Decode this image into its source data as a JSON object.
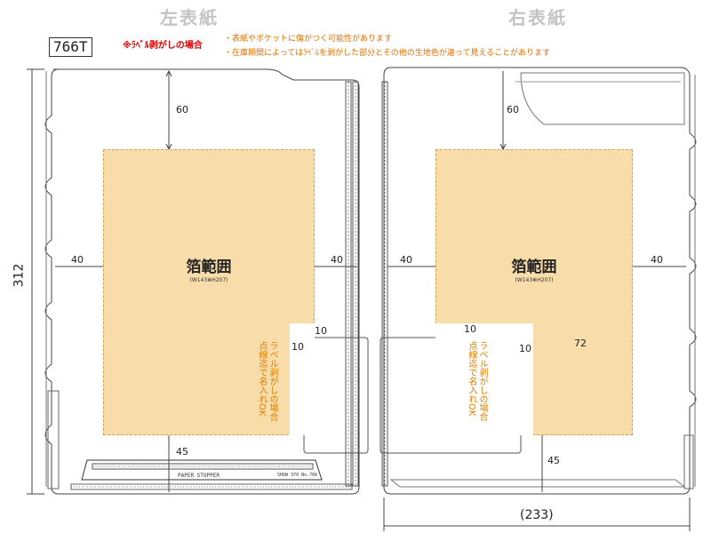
{
  "headings": {
    "left": "左表紙",
    "right": "右表紙"
  },
  "model_number": "766T",
  "notes": {
    "title": "※ﾗﾍﾞﾙ剥がしの場合",
    "lines": [
      "・表紙やポケットに傷がつく可能性があります",
      "・在庫期間によってはﾗﾍﾞﾙを剥がした部分とその他の生地色が違って見えることがあります"
    ]
  },
  "left_cover": {
    "print_area_title": "箔範囲",
    "print_area_size": "(W143✻H207)",
    "dim_top": "60",
    "dim_left": "40",
    "dim_right": "40",
    "dim_bottom": "45",
    "dim_label_gap": "10",
    "label_note": [
      "ラベル剥がしの場合",
      "点線迄で名入れOK"
    ],
    "stopper_text": "PAPER STOPPER",
    "stopper_small": "SHOW 370 No.766"
  },
  "right_cover": {
    "print_area_title": "箔範囲",
    "print_area_size": "(W143✻H207)",
    "dim_top": "60",
    "dim_left": "40",
    "dim_right": "40",
    "dim_bottom": "45",
    "dim_label_top": "10",
    "dim_label_gap": "10",
    "dim_label_width": "72",
    "label_note": [
      "ラベル剥がしの場合",
      "点線迄で名入れOK"
    ]
  },
  "height_dim": "312",
  "width_dim": "(233)",
  "colors": {
    "print_area": "#f8dcaa",
    "note_red": "#e00000",
    "note_orange": "#e07000",
    "heading_gray": "#c4c4c4"
  }
}
